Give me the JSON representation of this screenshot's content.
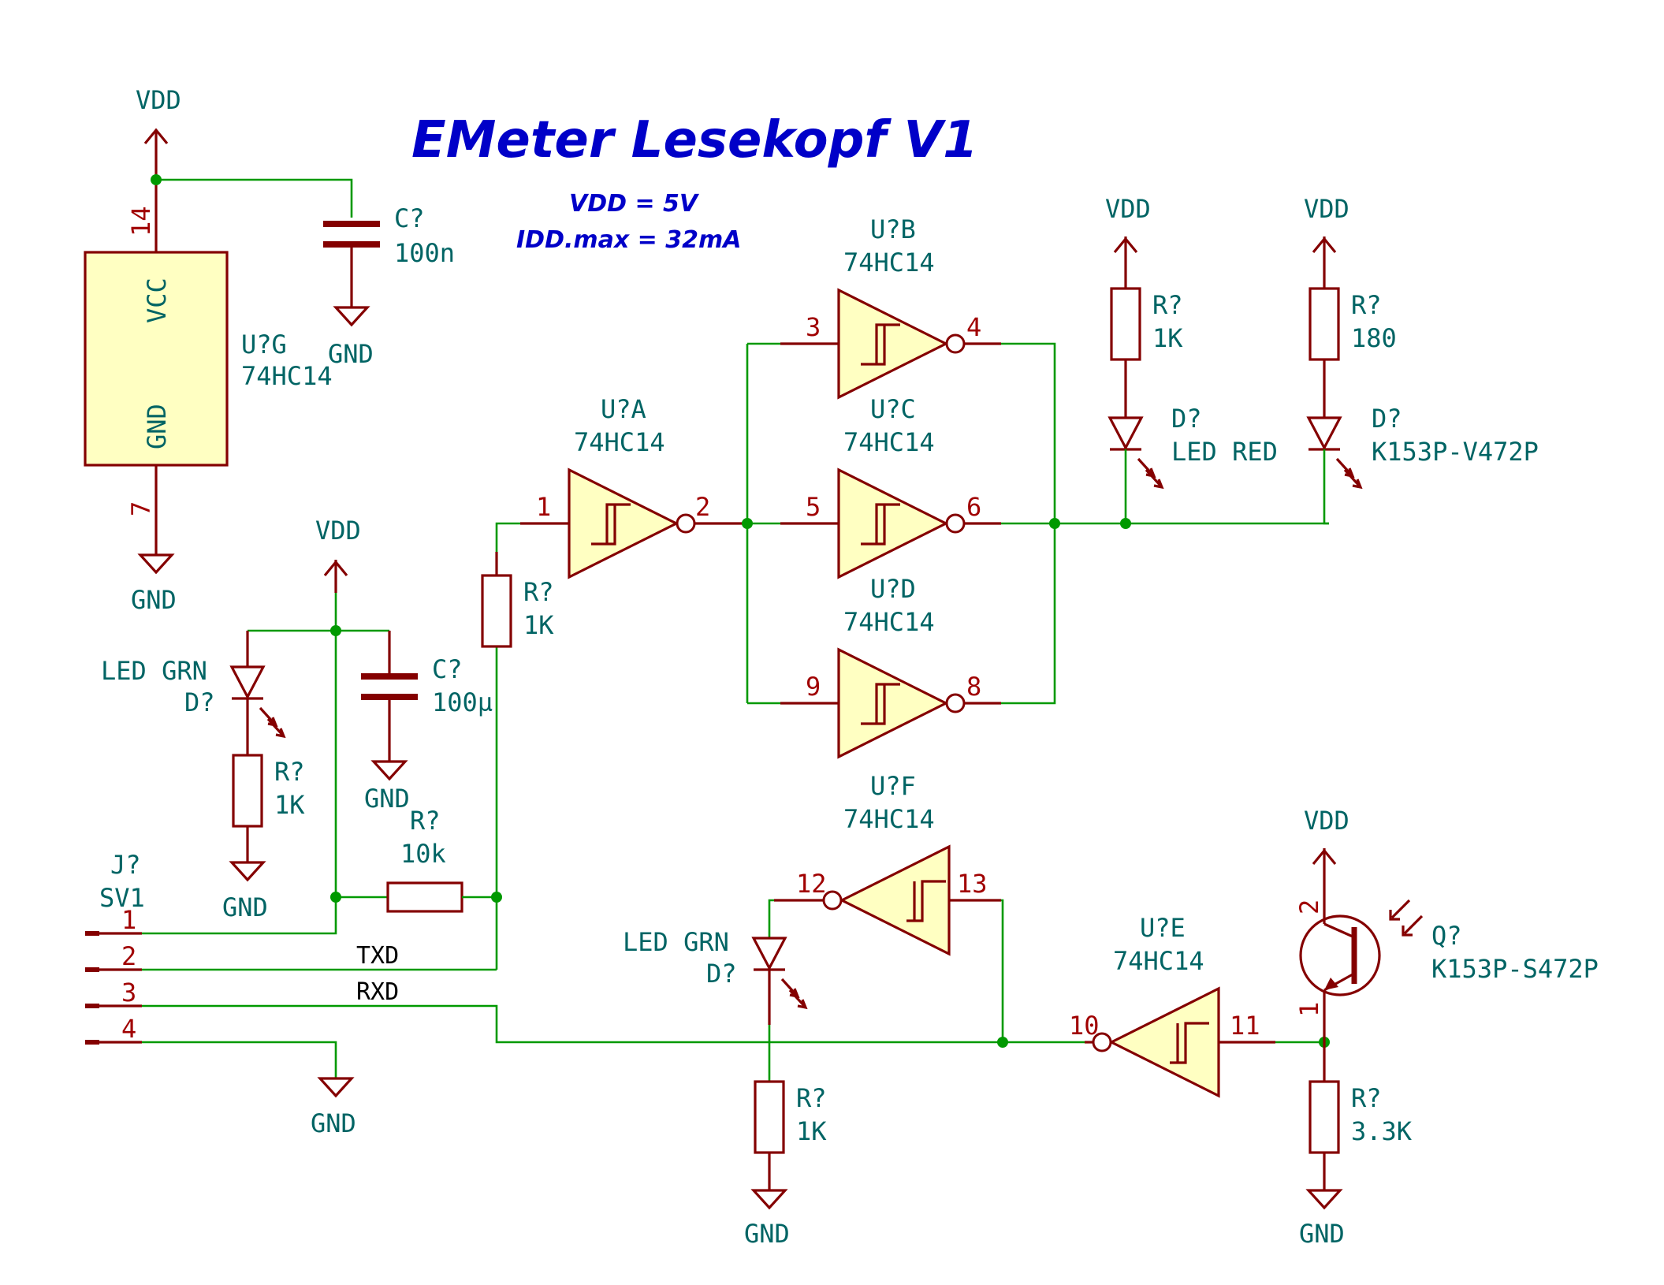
{
  "title": "EMeter Lesekopf V1",
  "notes": {
    "vdd": "VDD = 5V",
    "idd": "IDD.max = 32mA"
  },
  "power": {
    "vdd": "VDD",
    "gnd": "GND"
  },
  "ic": {
    "gate_ref": "U?G",
    "gate_value": "74HC14",
    "pin_vcc_name": "VCC",
    "pin_gnd_name": "GND",
    "pin_vcc_num": "14",
    "pin_gnd_num": "7",
    "gates": [
      {
        "ref": "U?A",
        "value": "74HC14",
        "in": "1",
        "out": "2"
      },
      {
        "ref": "U?B",
        "value": "74HC14",
        "in": "3",
        "out": "4"
      },
      {
        "ref": "U?C",
        "value": "74HC14",
        "in": "5",
        "out": "6"
      },
      {
        "ref": "U?D",
        "value": "74HC14",
        "in": "9",
        "out": "8"
      },
      {
        "ref": "U?F",
        "value": "74HC14",
        "in": "13",
        "out": "12"
      },
      {
        "ref": "U?E",
        "value": "74HC14",
        "in": "11",
        "out": "10"
      }
    ]
  },
  "caps": [
    {
      "ref": "C?",
      "value": "100n"
    },
    {
      "ref": "C?",
      "value": "100µ"
    }
  ],
  "resistors": [
    {
      "ref": "R?",
      "value": "1K"
    },
    {
      "ref": "R?",
      "value": "180"
    },
    {
      "ref": "R?",
      "value": "1K"
    },
    {
      "ref": "R?",
      "value": "1K"
    },
    {
      "ref": "R?",
      "value": "10k"
    },
    {
      "ref": "R?",
      "value": "1K"
    },
    {
      "ref": "R?",
      "value": "3.3K"
    }
  ],
  "diodes": [
    {
      "ref": "D?",
      "value": "LED RED"
    },
    {
      "ref": "D?",
      "value": "K153P-V472P"
    },
    {
      "ref": "D?",
      "value": "LED GRN"
    },
    {
      "ref": "D?",
      "value": "LED GRN"
    }
  ],
  "transistor": {
    "ref": "Q?",
    "value": "K153P-S472P",
    "pin_c": "2",
    "pin_e": "1"
  },
  "connector": {
    "ref": "J?",
    "value": "SV1",
    "pins": [
      "1",
      "2",
      "3",
      "4"
    ]
  },
  "nets": {
    "txd": "TXD",
    "rxd": "RXD"
  }
}
